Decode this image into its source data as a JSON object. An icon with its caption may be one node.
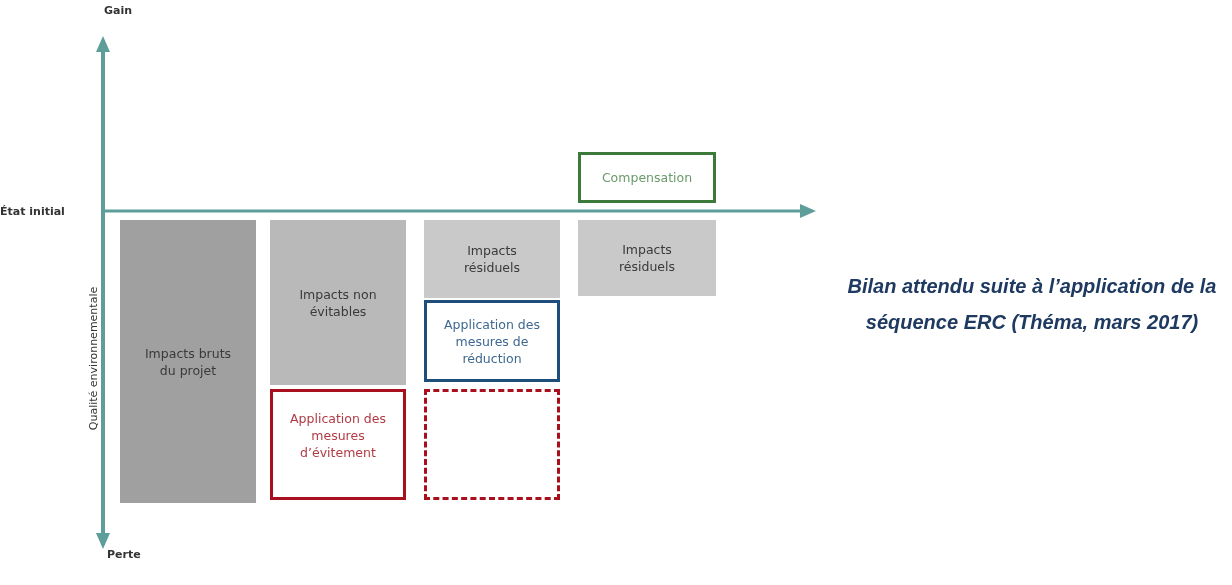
{
  "diagram": {
    "caption": "Bilan attendu suite à l’application de la séquence ERC (Théma, mars 2017)",
    "nodes": [
      {
        "text": [
          "Impacts bruts du projet"
        ]
      },
      {
        "text": [
          "Impacts non évitables"
        ]
      },
      {
        "text": [
          "Application des mesures d’évitement"
        ]
      },
      {
        "text": [
          "Impacts résiduels"
        ]
      },
      {
        "text": [
          "Application des mesures de réduction"
        ]
      },
      {
        "text": [],
        "shape": "box"
      },
      {
        "text": [
          "Compensation"
        ]
      },
      {
        "text": [
          "Impacts résiduels"
        ]
      }
    ],
    "labels": [
      "Gain",
      "État initial",
      "Qualité environnementale",
      "Perte"
    ]
  }
}
